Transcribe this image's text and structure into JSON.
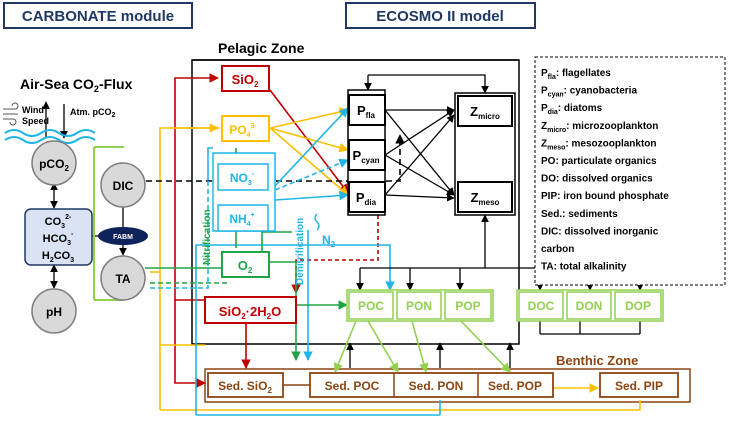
{
  "headers": {
    "carbonate": "CARBONATE module",
    "ecosmo": "ECOSMO II model"
  },
  "zones": {
    "pelagic": "Pelagic Zone",
    "benthic": "Benthic Zone"
  },
  "airsea": {
    "title": "Air-Sea CO",
    "title_sub": "2",
    "title_end": "-Flux",
    "wind_1": "Wind",
    "wind_2": "Speed",
    "atm": "Atm. pCO",
    "atm_sub": "2"
  },
  "carbonate": {
    "pco2": "pCO",
    "pco2_sub": "2",
    "dic": "DIC",
    "ta": "TA",
    "ph": "pH",
    "fabm": "FABM",
    "co3": "CO",
    "co3_sub": "3",
    "co3_sup": "2-",
    "hco3": "HCO",
    "hco3_sub": "3",
    "hco3_sup": "-",
    "h2co3": "H",
    "h2co3_sub1": "2",
    "h2co3_mid": "CO",
    "h2co3_sub2": "3"
  },
  "nutrients": {
    "sio2": "SiO",
    "sio2_sub": "2",
    "po4": "PO",
    "po4_sub": "4",
    "po4_sup": "3-",
    "no3": "NO",
    "no3_sub": "3",
    "no3_sup": "-",
    "nh4": "NH",
    "nh4_sub": "4",
    "nh4_sup": "+",
    "o2": "O",
    "o2_sub": "2",
    "sio2h2o": "SiO",
    "sio2h2o_sub": "2",
    "sio2h2o_mid": "·2H",
    "sio2h2o_sub2": "2",
    "sio2h2o_end": "O",
    "n2": "N",
    "n2_sub": "2"
  },
  "processes": {
    "nitrification": "Nitrification",
    "denitrification": "Denitrification"
  },
  "phyto": {
    "p": "P",
    "fla": "fla",
    "cyan": "cyan",
    "dia": "dia"
  },
  "zoo": {
    "z": "Z",
    "micro": "micro",
    "meso": "meso"
  },
  "detritus": {
    "poc": "POC",
    "pon": "PON",
    "pop": "POP",
    "doc": "DOC",
    "don": "DON",
    "dop": "DOP"
  },
  "sediment": {
    "sio2": "Sed. SiO",
    "sio2_sub": "2",
    "poc": "Sed. POC",
    "pon": "Sed. PON",
    "pop": "Sed. POP",
    "pip": "Sed. PIP"
  },
  "legend": [
    {
      "sym": "P",
      "sub": "fla",
      "desc": ":   flagellates"
    },
    {
      "sym": "P",
      "sub": "cyan",
      "desc": ":  cyanobacteria"
    },
    {
      "sym": "P",
      "sub": "dia",
      "desc": ":   diatoms"
    },
    {
      "sym": "Z",
      "sub": "micro",
      "desc": ":  microzooplankton"
    },
    {
      "sym": "Z",
      "sub": "meso",
      "desc": ":  mesozooplankton"
    },
    {
      "sym": "PO",
      "sub": "",
      "desc": ":     particulate organics"
    },
    {
      "sym": "DO",
      "sub": "",
      "desc": ":     dissolved organics"
    },
    {
      "sym": "PIP",
      "sub": "",
      "desc": ":    iron bound phosphate"
    },
    {
      "sym": "Sed.",
      "sub": "",
      "desc": ":    sediments"
    },
    {
      "sym": "DIC",
      "sub": "",
      "desc": ":    dissolved inorganic"
    },
    {
      "sym": "",
      "sub": "",
      "desc": "carbon"
    },
    {
      "sym": "TA",
      "sub": "",
      "desc": ":     total alkalinity"
    }
  ],
  "colors": {
    "headerBlue": "#1f3864",
    "red": "#c00000",
    "yellow": "#ffc000",
    "cyan": "#1fb5e8",
    "green": "#22a348",
    "lightgreen": "#92d050",
    "brown": "#8b4513",
    "black": "#000000",
    "fabm": "#0d2359"
  }
}
